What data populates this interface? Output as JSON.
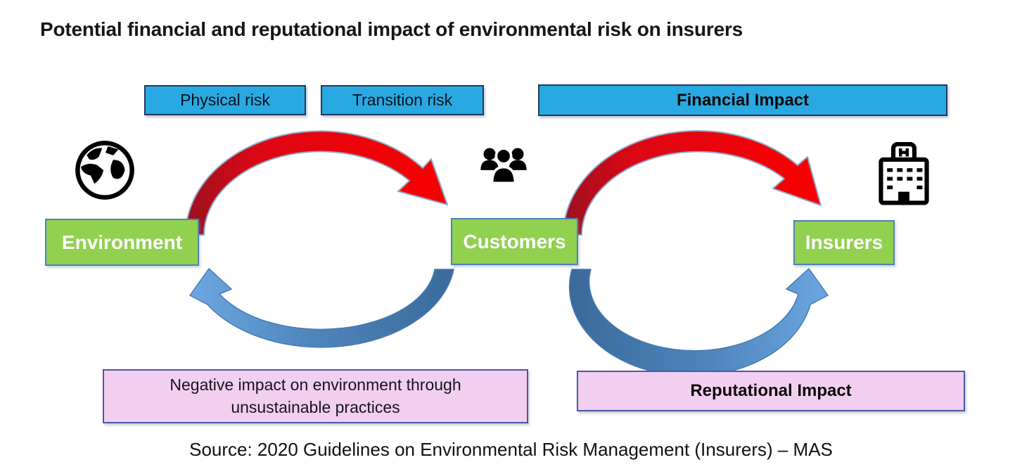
{
  "title": "Potential financial and reputational impact of environmental risk on insurers",
  "diagram": {
    "risk_boxes": [
      {
        "label": "Physical risk"
      },
      {
        "label": "Transition risk"
      }
    ],
    "impact_boxes": {
      "financial": {
        "label": "Financial Impact"
      },
      "reputational": {
        "label": "Reputational Impact"
      }
    },
    "entities": {
      "environment": {
        "label": "Environment",
        "icon": "globe-icon"
      },
      "customers": {
        "label": "Customers",
        "icon": "people-icon"
      },
      "insurers": {
        "label": "Insurers",
        "icon": "building-icon"
      }
    },
    "negative_note": {
      "label": "Negative impact on environment through unsustainable practices"
    },
    "arrows": [
      {
        "from": "environment",
        "to": "customers",
        "color": "red",
        "position": "top"
      },
      {
        "from": "customers",
        "to": "insurers",
        "color": "red",
        "position": "top"
      },
      {
        "from": "customers",
        "to": "environment",
        "color": "blue",
        "position": "bottom"
      },
      {
        "from": "customers",
        "to": "insurers",
        "color": "blue",
        "position": "bottom"
      }
    ]
  },
  "source": "Source: 2020 Guidelines on Environmental Risk Management (Insurers) – MAS",
  "colors": {
    "risk_box_fill": "#29A9E1",
    "risk_box_border": "#1E3A5F",
    "entity_fill": "#92D050",
    "entity_border": "#4F81BD",
    "note_fill": "#F2CFF0",
    "note_border": "#4A58A8",
    "arrow_red": "#E30613",
    "arrow_blue_light": "#6BA5DF",
    "arrow_blue_dark": "#3A6A9B",
    "title_color": "#161616"
  }
}
